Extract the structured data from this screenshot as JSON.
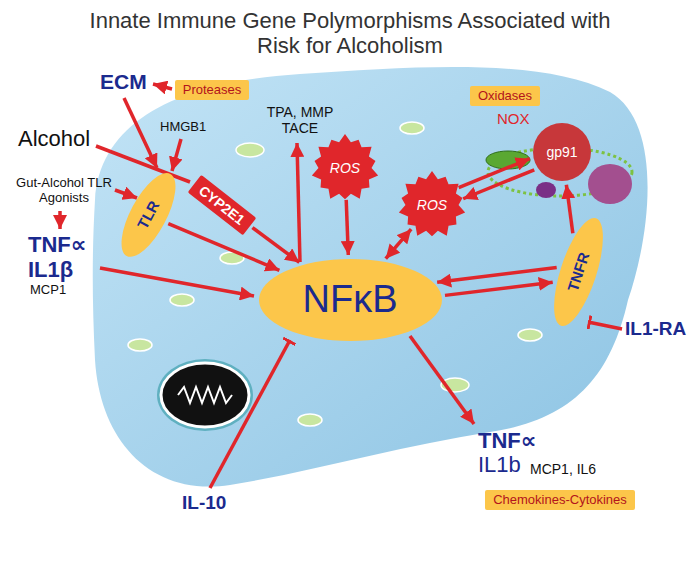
{
  "diagram": {
    "title": "Innate Immune Gene Polymorphisms Associated with Risk for Alcoholism",
    "nodes": [
      {
        "text": [
          "Proteases"
        ]
      },
      {
        "text": [
          "Oxidases"
        ]
      },
      {
        "text": [
          "gp91"
        ]
      },
      {
        "text": [
          "TLR"
        ]
      },
      {
        "text": [
          "CYP2E1"
        ]
      },
      {
        "text": [
          "ROS"
        ]
      },
      {
        "text": [
          "ROS"
        ]
      },
      {
        "text": [
          "NFκB"
        ]
      },
      {
        "text": [
          "TNFR"
        ]
      },
      {
        "text": [
          "Chemokines-Cytokines"
        ]
      }
    ],
    "edges": [
      {
        "from": 3,
        "to": 7,
        "arrow": "to"
      },
      {
        "from": 4,
        "to": 7,
        "arrow": "to"
      },
      {
        "from": 5,
        "to": 7,
        "arrow": "to"
      },
      {
        "from": 7,
        "to": 6,
        "arrow": "both"
      },
      {
        "from": 6,
        "to": 2,
        "arrow": "to"
      },
      {
        "from": 2,
        "to": 6,
        "arrow": "to"
      },
      {
        "from": 8,
        "to": 2,
        "arrow": "to"
      },
      {
        "from": 7,
        "to": 8,
        "arrow": "to"
      },
      {
        "from": 8,
        "to": 7,
        "arrow": "to"
      }
    ],
    "labels": [
      "ECM",
      "Alcohol",
      "HMGB1",
      "TPA, MMP TACE",
      "NOX",
      "Gut-Alcohol TLR Agonists",
      "TNF∝",
      "IL1β",
      "MCP1",
      "IL1-RA",
      "IL-10",
      "TNF∝",
      "IL1b",
      "MCP1, IL6"
    ]
  }
}
